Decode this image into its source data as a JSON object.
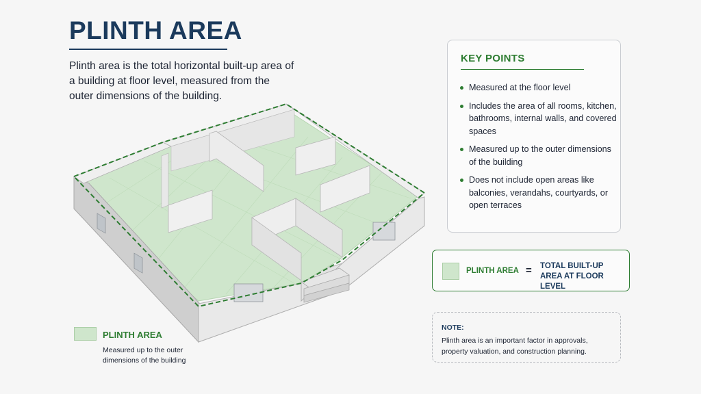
{
  "header": {
    "title": "PLINTH AREA",
    "intro": "Plinth area is the total horizontal built-up area of a building at floor level, measured from the outer dimensions of the building."
  },
  "colors": {
    "title": "#1b3a5c",
    "accent_green": "#2e7d32",
    "floor_fill": "#cfe6cc",
    "wall": "#e4e4e4"
  },
  "legend": {
    "label": "PLINTH AREA",
    "description": "Measured up to the outer dimensions of the building"
  },
  "key_points": {
    "title": "KEY POINTS",
    "items": [
      "Measured at the floor level",
      "Includes the area of all rooms, kitchen, bathrooms, internal walls, and covered spaces",
      "Measured up to the outer dimensions of the building",
      "Does not include open areas like balconies, verandahs, courtyards, or open terraces"
    ]
  },
  "equation": {
    "left": "PLINTH AREA",
    "sign": "=",
    "right": "TOTAL BUILT-UP AREA AT FLOOR LEVEL"
  },
  "note": {
    "title": "NOTE:",
    "text": "Plinth area is an important factor in approvals, property valuation, and construction planning."
  }
}
